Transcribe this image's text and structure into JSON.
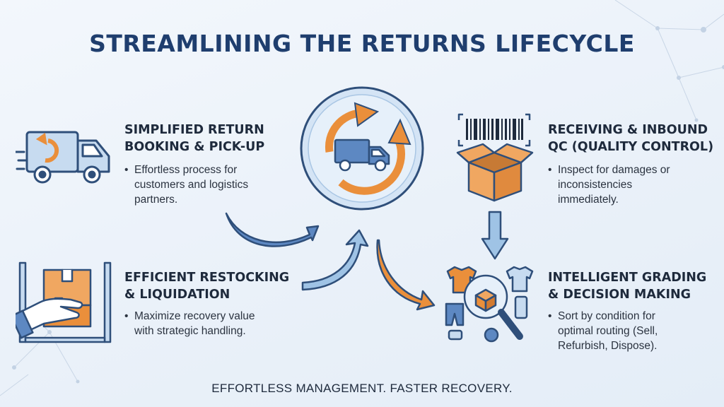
{
  "title": "STREAMLINING THE RETURNS LIFECYCLE",
  "steps": [
    {
      "heading": [
        "SIMPLIFIED RETURN",
        "BOOKING & PICK-UP"
      ],
      "bullet": [
        "Effortless process for",
        "customers and logistics",
        "partners."
      ],
      "icon": "return-truck-icon"
    },
    {
      "heading": [
        "RECEIVING & INBOUND",
        "QC (QUALITY CONTROL)"
      ],
      "bullet": [
        "Inspect for damages or",
        "inconsistencies",
        "immediately."
      ],
      "icon": "barcode-box-icon"
    },
    {
      "heading": [
        "INTELLIGENT GRADING",
        "& DECISION MAKING"
      ],
      "bullet": [
        "Sort by condition for",
        "optimal routing (Sell,",
        "Refurbish, Dispose)."
      ],
      "icon": "magnifier-products-icon"
    },
    {
      "heading": [
        "EFFICIENT RESTOCKING",
        "& LIQUIDATION"
      ],
      "bullet": [
        "Maximize recovery value",
        "with strategic handling."
      ],
      "icon": "hand-box-shelf-icon"
    }
  ],
  "center_icon": "cycle-truck-icon",
  "footer": "EFFORTLESS MANAGEMENT. FASTER RECOVERY.",
  "colors": {
    "navy": "#1f3e6e",
    "orange": "#ea8f3b",
    "light_blue": "#9fc3e5",
    "icon_outline": "#2f4f7a"
  }
}
